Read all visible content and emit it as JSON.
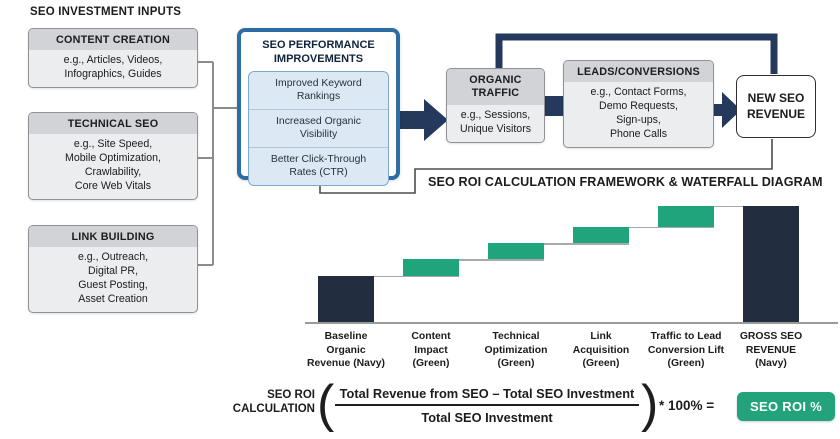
{
  "colors": {
    "navy": "#24395c",
    "bar_navy": "#222e40",
    "bar_green": "#1fa47b",
    "green_badge": "#23a37c",
    "gray_header": "#d2d3d6",
    "gray_body": "#ebedef",
    "gray_border": "#909296",
    "blue_border": "#2e6da4",
    "panel_bg": "#dce9f5",
    "panel_border": "#7fa8cc",
    "connector_gray": "#8c8c8c",
    "line_dark": "#4d4d4d",
    "text": "#1c1c1e"
  },
  "inputs": {
    "heading": "SEO INVESTMENT INPUTS",
    "boxes": [
      {
        "title": "CONTENT CREATION",
        "body": "e.g., Articles, Videos,\nInfographics, Guides"
      },
      {
        "title": "TECHNICAL SEO",
        "body": "e.g., Site Speed,\nMobile Optimization,\nCrawlability,\nCore Web Vitals"
      },
      {
        "title": "LINK BUILDING",
        "body": "e.g., Outreach,\nDigital PR,\nGuest Posting,\nAsset Creation"
      }
    ]
  },
  "improvements": {
    "title": "SEO PERFORMANCE\nIMPROVEMENTS",
    "items": [
      "Improved Keyword\nRankings",
      "Increased Organic\nVisibility",
      "Better Click-Through\nRates (CTR)"
    ]
  },
  "traffic": {
    "title": "ORGANIC\nTRAFFIC",
    "body": "e.g., Sessions,\nUnique Visitors"
  },
  "leads": {
    "title": "LEADS/CONVERSIONS",
    "body": "e.g., Contact Forms,\nDemo Requests,\nSign-ups,\nPhone Calls"
  },
  "revenue": {
    "title": "NEW SEO\nREVENUE"
  },
  "waterfall": {
    "title": "SEO ROI CALCULATION FRAMEWORK & WATERFALL DIAGRAM",
    "chart_data": {
      "type": "bar",
      "subtype": "waterfall",
      "title": "SEO ROI CALCULATION FRAMEWORK & WATERFALL DIAGRAM",
      "xlabel": "",
      "ylabel": "",
      "value_axis_labeled": false,
      "ylim": [
        0,
        100
      ],
      "steps": [
        {
          "label_lines": [
            "Baseline",
            "Organic",
            "Revenue (Navy)"
          ],
          "start": 0,
          "end": 40,
          "color": "navy"
        },
        {
          "label_lines": [
            "Content",
            "Impact",
            "(Green)"
          ],
          "start": 40,
          "end": 54,
          "color": "green"
        },
        {
          "label_lines": [
            "Technical",
            "Optimization",
            "(Green)"
          ],
          "start": 54,
          "end": 68,
          "color": "green"
        },
        {
          "label_lines": [
            "Link",
            "Acquisition",
            "(Green)"
          ],
          "start": 68,
          "end": 82,
          "color": "green"
        },
        {
          "label_lines": [
            "Traffic to Lead",
            "Conversion Lift",
            "(Green)"
          ],
          "start": 82,
          "end": 100,
          "color": "green"
        },
        {
          "label_lines": [
            "GROSS SEO",
            "REVENUE",
            "(Navy)"
          ],
          "start": 0,
          "end": 100,
          "color": "navy"
        }
      ]
    }
  },
  "formula": {
    "label": "SEO ROI\nCALCULATION",
    "open_paren": "(",
    "close_paren": ")",
    "numerator": "Total Revenue from SEO – Total SEO Investment",
    "denominator": "Total SEO Investment",
    "multiplier": "* 100% =",
    "result_badge": "SEO ROI %"
  }
}
